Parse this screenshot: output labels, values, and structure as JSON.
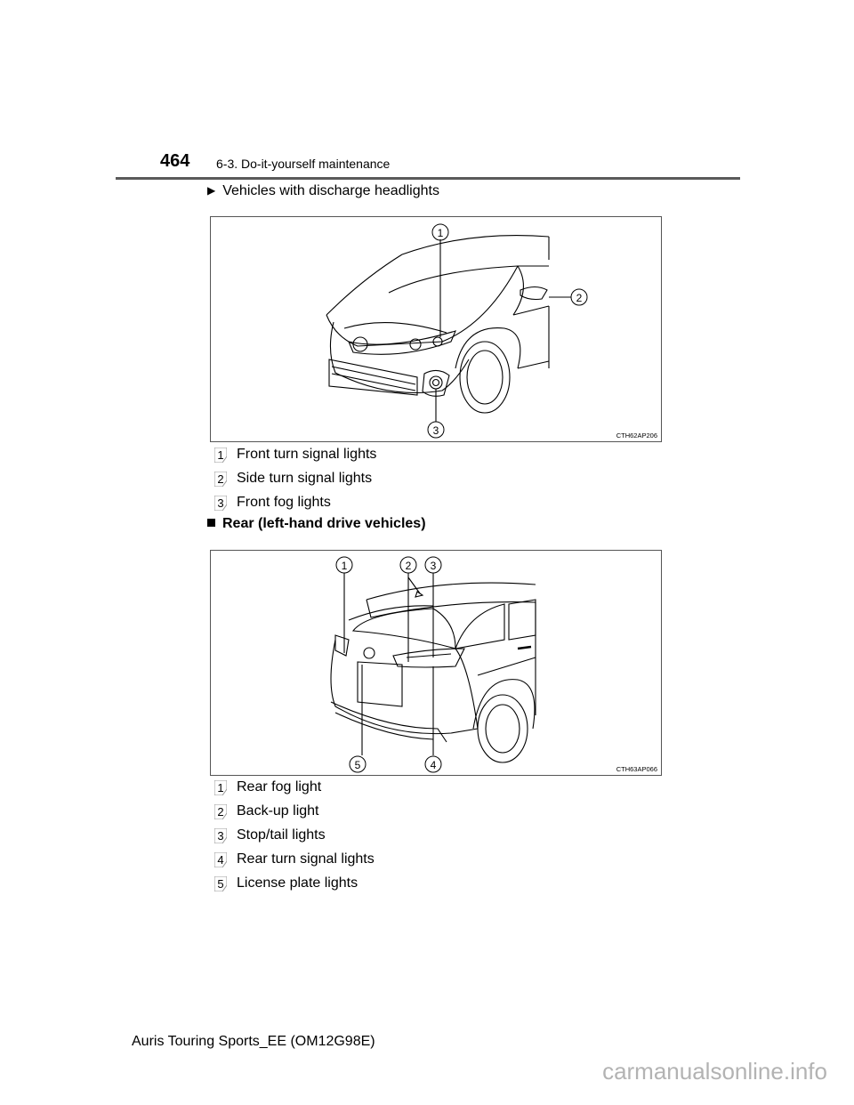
{
  "header": {
    "page_number": "464",
    "section": "6-3. Do-it-yourself maintenance"
  },
  "subsection": "Vehicles with discharge headlights",
  "figure1": {
    "code": "CTH62AP206",
    "callouts": [
      "1",
      "2",
      "3"
    ],
    "legend": [
      {
        "num": "1",
        "label": "Front turn signal lights"
      },
      {
        "num": "2",
        "label": "Side turn signal lights"
      },
      {
        "num": "3",
        "label": "Front fog lights"
      }
    ]
  },
  "rear_heading": "Rear (left-hand drive vehicles)",
  "figure2": {
    "code": "CTH63AP066",
    "callouts": [
      "1",
      "2",
      "3",
      "4",
      "5"
    ],
    "legend": [
      {
        "num": "1",
        "label": "Rear fog light"
      },
      {
        "num": "2",
        "label": "Back-up light"
      },
      {
        "num": "3",
        "label": "Stop/tail lights"
      },
      {
        "num": "4",
        "label": "Rear turn signal lights"
      },
      {
        "num": "5",
        "label": "License plate lights"
      }
    ]
  },
  "footer": "Auris Touring Sports_EE (OM12G98E)",
  "watermark": "carmanualsonline.info"
}
